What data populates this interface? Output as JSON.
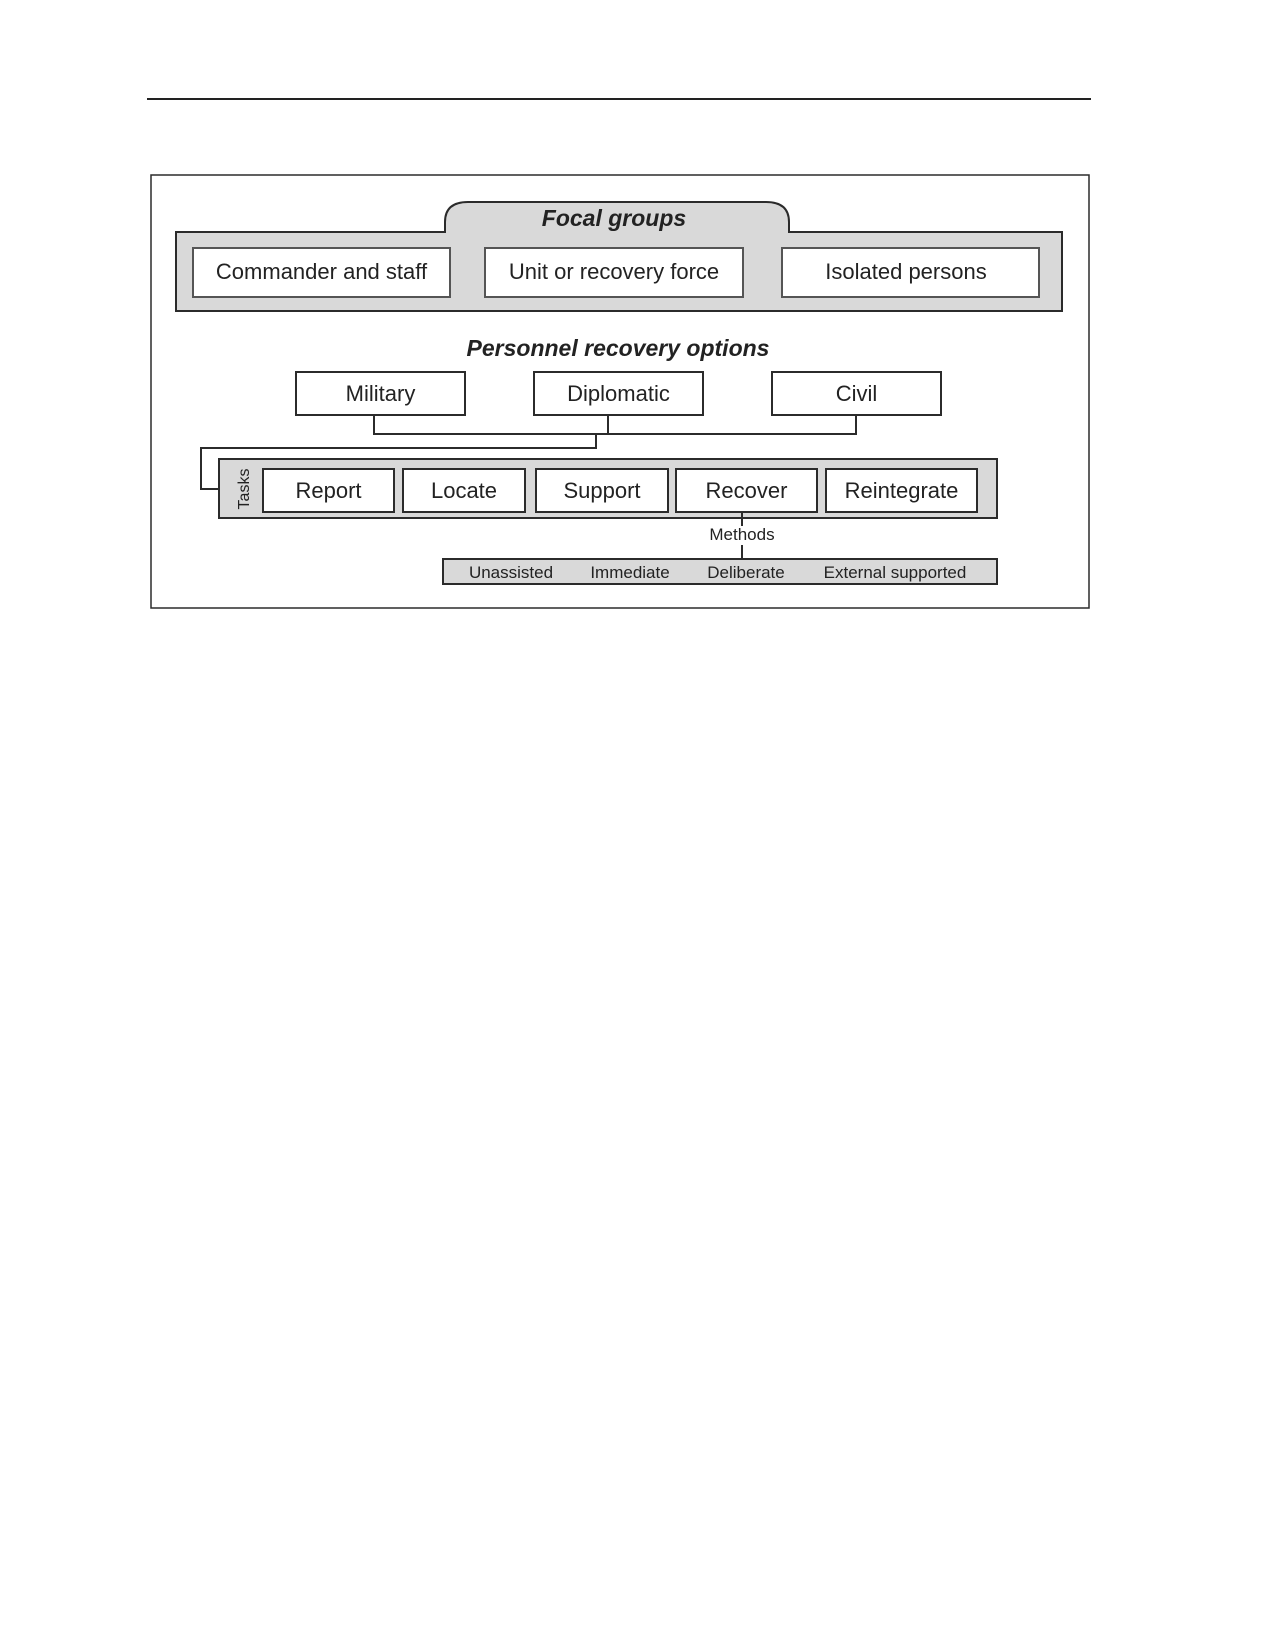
{
  "colors": {
    "fill_gray": "#d9d9d9",
    "line": "#2b2b2b",
    "text": "#222222",
    "box_border_light": "#555555"
  },
  "focal_groups": {
    "title": "Focal groups",
    "items": [
      "Commander and staff",
      "Unit or recovery force",
      "Isolated persons"
    ]
  },
  "options": {
    "title": "Personnel recovery options",
    "items": [
      "Military",
      "Diplomatic",
      "Civil"
    ]
  },
  "tasks": {
    "label": "Tasks",
    "items": [
      "Report",
      "Locate",
      "Support",
      "Recover",
      "Reintegrate"
    ]
  },
  "methods": {
    "label": "Methods",
    "items": [
      "Unassisted",
      "Immediate",
      "Deliberate",
      "External supported"
    ]
  }
}
